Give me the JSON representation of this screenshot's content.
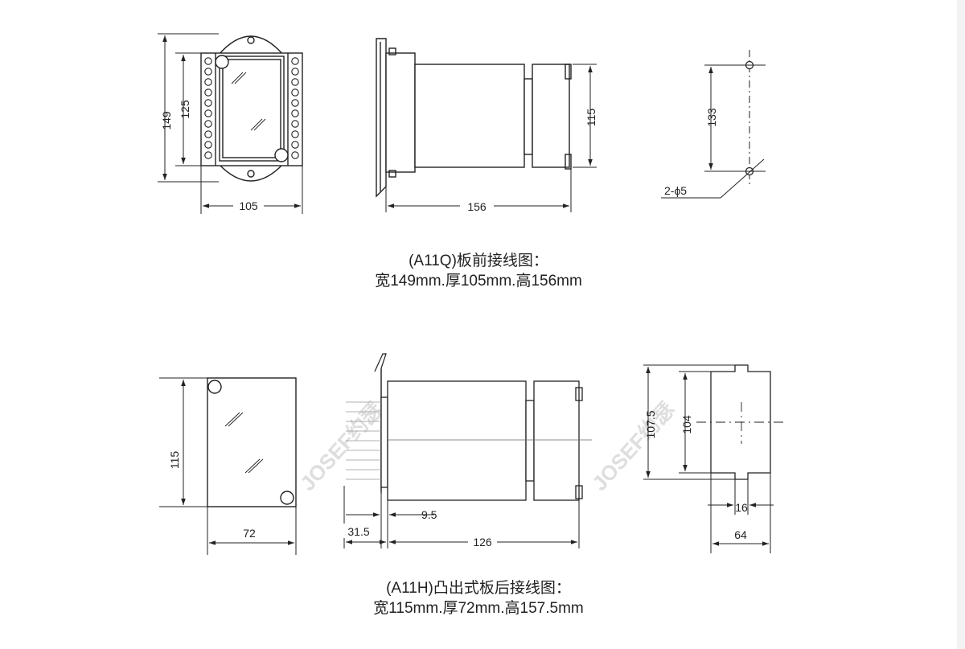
{
  "top_section": {
    "dims": {
      "front_height_outer": "149",
      "front_height_inner": "125",
      "front_width": "105",
      "side_height": "115",
      "side_length": "156",
      "cutout_spacing": "133",
      "holes": "2-ϕ5"
    },
    "caption_line1": "(A11Q)板前接线图：",
    "caption_line2": "宽149mm.厚105mm.高156mm"
  },
  "bottom_section": {
    "dims": {
      "front_height": "115",
      "front_width": "72",
      "panel_offset": "31.5",
      "flange": "9.5",
      "body_length": "126",
      "cutout_outer": "107.5",
      "cutout_inner": "104",
      "cutout_tab": "16",
      "cutout_width": "64"
    },
    "caption_line1": "(A11H)凸出式板后接线图：",
    "caption_line2": "宽115mm.厚72mm.高157.5mm"
  },
  "watermark": "JOSEF约瑟"
}
